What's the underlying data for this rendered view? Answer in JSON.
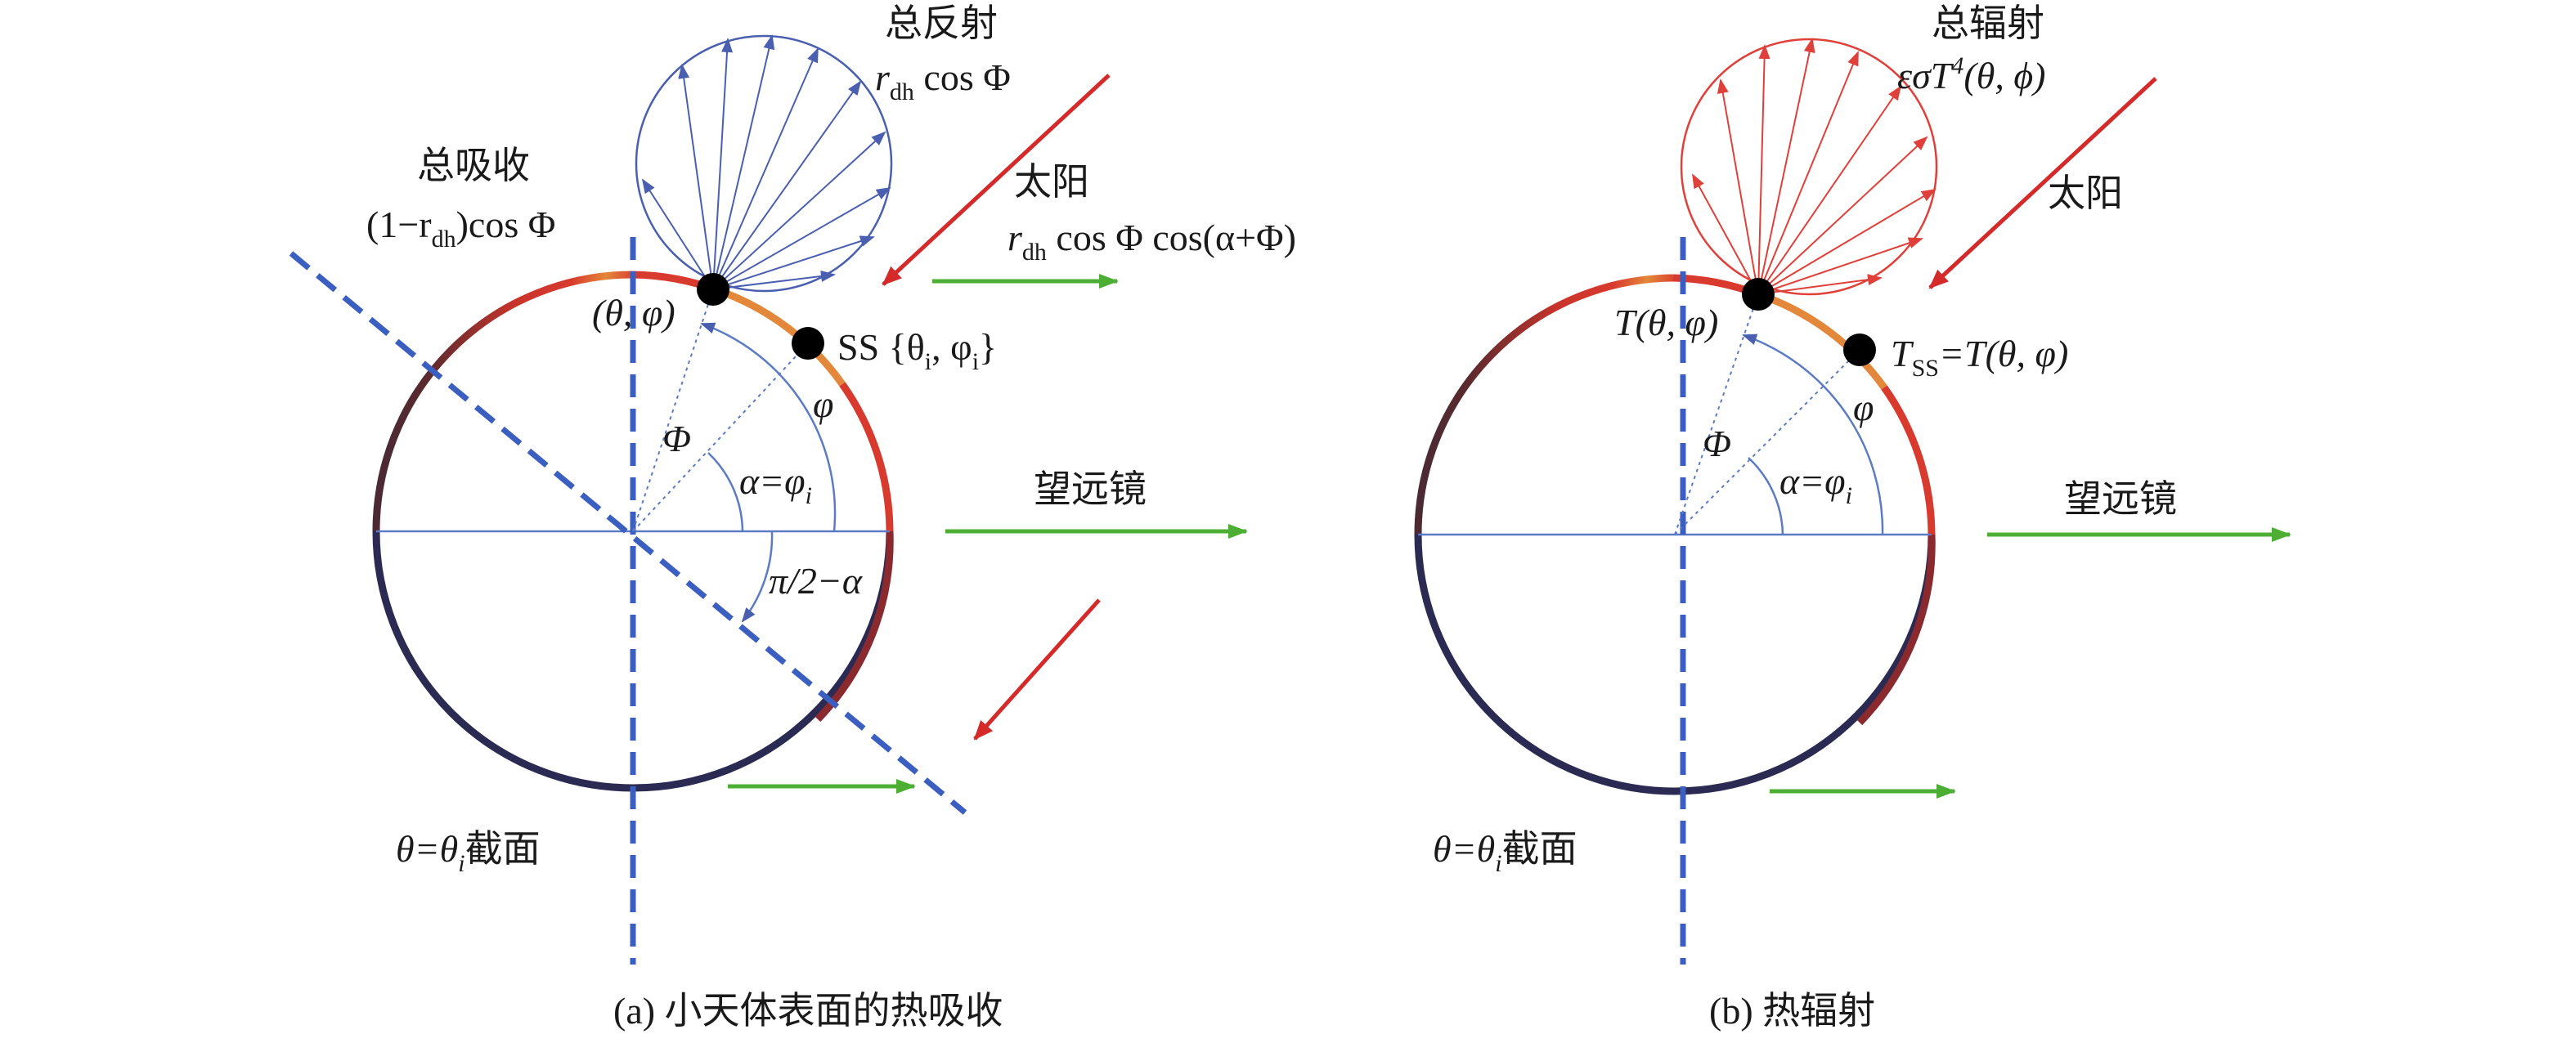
{
  "panel_a": {
    "label_total_reflection": "总反射",
    "label_reflect_formula_r": "r",
    "label_reflect_formula_sub": "dh",
    "label_reflect_formula_rest": " cos Φ",
    "label_total_absorption": "总吸收",
    "label_absorb_formula_a": "(1−r",
    "label_absorb_formula_sub": "dh",
    "label_absorb_formula_b": ")cos Φ",
    "label_sun": "太阳",
    "label_sun_formula_r": "r",
    "label_sun_formula_sub": "dh",
    "label_sun_formula_rest": " cos Φ cos(α+Φ)",
    "label_point": "(θ, φ)",
    "label_ss": "SS {θ",
    "label_ss_sub1": "i",
    "label_ss_mid": ", φ",
    "label_ss_sub2": "i",
    "label_ss_end": "}",
    "label_phi": "φ",
    "label_Phi": "Φ",
    "label_alpha": "α=φ",
    "label_alpha_sub": "i",
    "label_pi_alpha": "π/2−α",
    "label_telescope": "望远镜",
    "label_section": "θ=θ",
    "label_section_sub": "i",
    "label_section_rest": "截面",
    "caption": "(a) 小天体表面的热吸收"
  },
  "panel_b": {
    "label_total_radiation": "总辐射",
    "label_rad_formula_a": "εσT",
    "label_rad_formula_sup": "4",
    "label_rad_formula_b": "(θ, ϕ)",
    "label_sun": "太阳",
    "label_point": "T(θ, φ)",
    "label_tss": "T",
    "label_tss_sub": "SS",
    "label_tss_rest": "=T(θ, φ)",
    "label_phi": "φ",
    "label_Phi": "Φ",
    "label_alpha": "α=φ",
    "label_alpha_sub": "i",
    "label_telescope": "望远镜",
    "label_section": "θ=θ",
    "label_section_sub": "i",
    "label_section_rest": "截面",
    "caption": "(b) 热辐射"
  },
  "colors": {
    "sun_arrow": "#d42a2a",
    "telescope_arrow": "#4caf34",
    "axis_dashed": "#3b5fc0",
    "reflection_circle": "#4a5fb0",
    "radiation_circle": "#e0403a",
    "thin_line": "#5b7bc4",
    "body_hot": "#d83a2e",
    "body_warm": "#e3873a",
    "body_cold": "#2b2a52"
  }
}
